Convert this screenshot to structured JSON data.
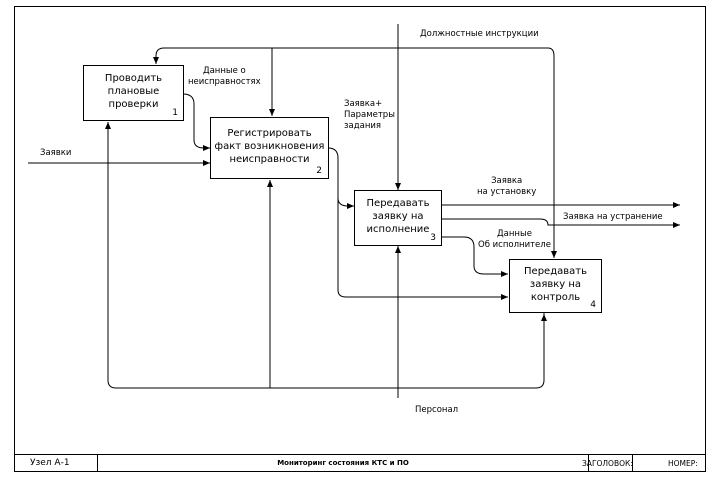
{
  "boxes": [
    {
      "text": "Проводить\nплановые\nпроверки",
      "num": "1"
    },
    {
      "text": "Регистрировать\nфакт возникновения\nнеисправности",
      "num": "2"
    },
    {
      "text": "Передавать\nзаявку на\nисполнение",
      "num": "3"
    },
    {
      "text": "Передавать\nзаявку на\nконтроль",
      "num": "4"
    }
  ],
  "labels": {
    "data_faults": "Данные о\nнеисправностях",
    "instructions": "Должностные инструкции",
    "requests_in": "Заявки",
    "request_params": "Заявка+\nПараметры\nзадания",
    "request_install": "Заявка\nна установку",
    "request_fix": "Заявка на устранение",
    "executor_data": "Данные\nОб исполнителе",
    "personnel": "Персонал"
  },
  "footer": {
    "node": "Узел А-1",
    "title": "Мониторинг состояния КТС и ПО",
    "heading": "ЗАГОЛОВОК:",
    "number": "НОМЕР:"
  }
}
